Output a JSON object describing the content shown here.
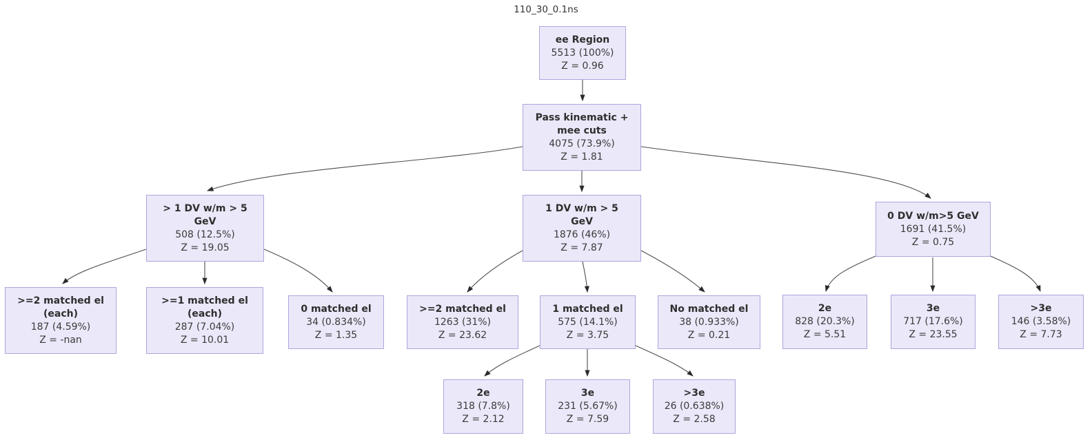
{
  "title": "110_30_0.1ns",
  "colors": {
    "node_fill": "#ebe8f9",
    "node_border": "#b1a3dc",
    "edge_line": "#4d4d4d",
    "arrowhead": "#2b2b2b",
    "text": "#363636",
    "background": "#ffffff"
  },
  "nodes": {
    "ee_region": {
      "label": "ee Region",
      "count": "5513 (100%)",
      "z": "Z = 0.96"
    },
    "pass_kinematic": {
      "label": "Pass kinematic +\nmee cuts",
      "count": "4075 (73.9%)",
      "z": "Z = 1.81"
    },
    "gt1_dv": {
      "label": "> 1 DV w/m > 5\nGeV",
      "count": "508 (12.5%)",
      "z": "Z = 19.05"
    },
    "one_dv": {
      "label": "1 DV w/m > 5\nGeV",
      "count": "1876 (46%)",
      "z": "Z = 7.87"
    },
    "zero_dv": {
      "label": "0 DV w/m>5 GeV",
      "count": "1691 (41.5%)",
      "z": "Z = 0.75"
    },
    "ge2_matched_each": {
      "label": ">=2 matched el\n(each)",
      "count": "187 (4.59%)",
      "z": "Z = -nan"
    },
    "ge1_matched_each": {
      "label": ">=1 matched el\n(each)",
      "count": "287 (7.04%)",
      "z": "Z = 10.01"
    },
    "zero_matched": {
      "label": "0 matched el",
      "count": "34 (0.834%)",
      "z": "Z = 1.35"
    },
    "ge2_matched": {
      "label": ">=2 matched el",
      "count": "1263 (31%)",
      "z": "Z = 23.62"
    },
    "one_matched": {
      "label": "1 matched el",
      "count": "575 (14.1%)",
      "z": "Z = 3.75"
    },
    "no_matched": {
      "label": "No matched el",
      "count": "38 (0.933%)",
      "z": "Z = 0.21"
    },
    "dv0_2e": {
      "label": "2e",
      "count": "828 (20.3%)",
      "z": "Z = 5.51"
    },
    "dv0_3e": {
      "label": "3e",
      "count": "717 (17.6%)",
      "z": "Z = 23.55"
    },
    "dv0_gt3e": {
      "label": ">3e",
      "count": "146 (3.58%)",
      "z": "Z = 7.73"
    },
    "m1_2e": {
      "label": "2e",
      "count": "318 (7.8%)",
      "z": "Z = 2.12"
    },
    "m1_3e": {
      "label": "3e",
      "count": "231 (5.67%)",
      "z": "Z = 7.59"
    },
    "m1_gt3e": {
      "label": ">3e",
      "count": "26 (0.638%)",
      "z": "Z = 2.58"
    }
  },
  "edges": [
    {
      "from": "ee_region",
      "to": "pass_kinematic"
    },
    {
      "from": "pass_kinematic",
      "to": "gt1_dv"
    },
    {
      "from": "pass_kinematic",
      "to": "one_dv"
    },
    {
      "from": "pass_kinematic",
      "to": "zero_dv"
    },
    {
      "from": "gt1_dv",
      "to": "ge2_matched_each"
    },
    {
      "from": "gt1_dv",
      "to": "ge1_matched_each"
    },
    {
      "from": "gt1_dv",
      "to": "zero_matched"
    },
    {
      "from": "one_dv",
      "to": "ge2_matched"
    },
    {
      "from": "one_dv",
      "to": "one_matched"
    },
    {
      "from": "one_dv",
      "to": "no_matched"
    },
    {
      "from": "zero_dv",
      "to": "dv0_2e"
    },
    {
      "from": "zero_dv",
      "to": "dv0_3e"
    },
    {
      "from": "zero_dv",
      "to": "dv0_gt3e"
    },
    {
      "from": "one_matched",
      "to": "m1_2e"
    },
    {
      "from": "one_matched",
      "to": "m1_3e"
    },
    {
      "from": "one_matched",
      "to": "m1_gt3e"
    }
  ]
}
